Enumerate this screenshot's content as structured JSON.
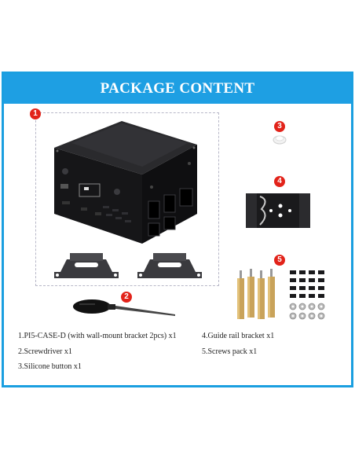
{
  "header": {
    "title": "PACKAGE CONTENT"
  },
  "badges": {
    "b1": "1",
    "b2": "2",
    "b3": "3",
    "b4": "4",
    "b5": "5"
  },
  "items": [
    {
      "label": "1.PI5-CASE-D (with wall-mount bracket 2pcs) x1"
    },
    {
      "label": "2.Screwdriver x1"
    },
    {
      "label": "3.Silicone button x1"
    },
    {
      "label": "4.Guide rail bracket x1"
    },
    {
      "label": "5.Screws pack x1"
    }
  ],
  "colors": {
    "accent": "#1e9fe3",
    "badge": "#e2231a",
    "case": "#1b1b1d"
  },
  "icons": [
    "case-icon",
    "screwdriver-icon",
    "silicone-button-icon",
    "rail-bracket-icon",
    "screws-pack-icon"
  ]
}
